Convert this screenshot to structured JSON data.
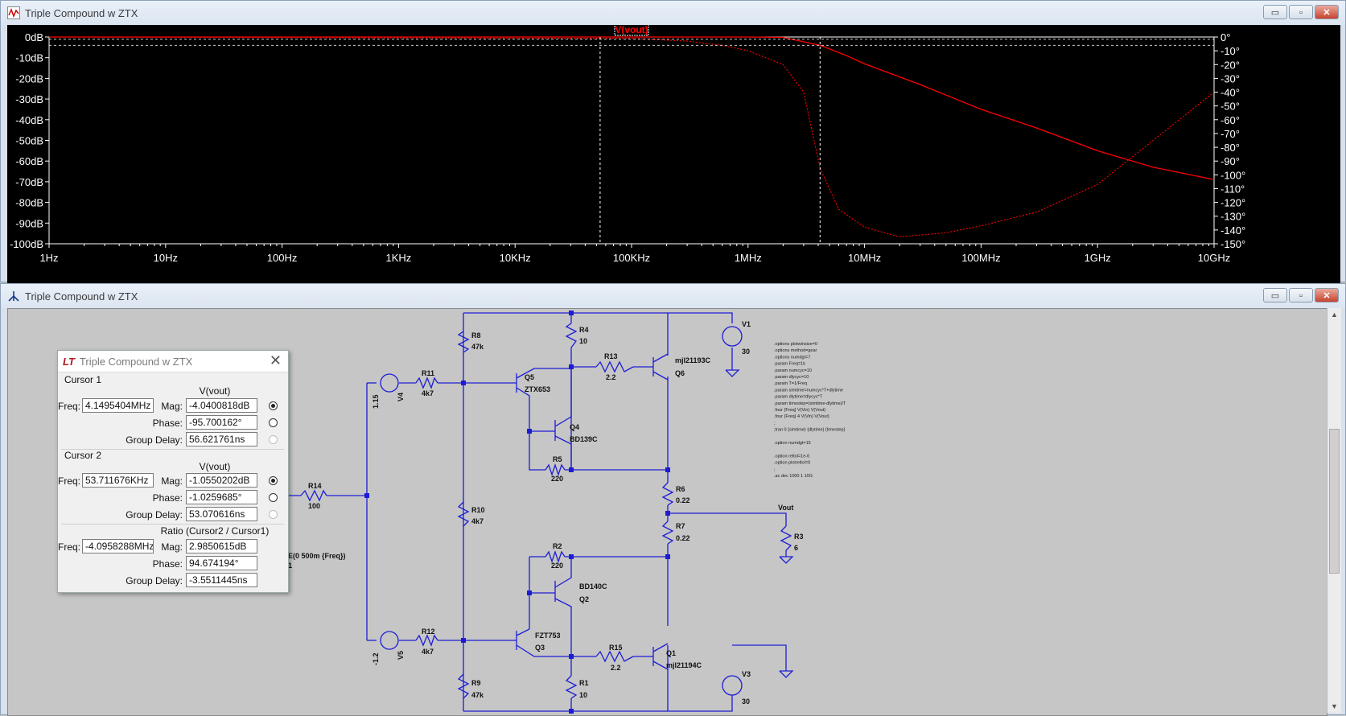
{
  "waveform_window": {
    "title": "Triple Compound w ZTX",
    "trace_label": "V(vout)",
    "buttons": {
      "minimize": "▭",
      "restore": "▫",
      "close": "✕"
    },
    "db_ticks": [
      "0dB",
      "-10dB",
      "-20dB",
      "-30dB",
      "-40dB",
      "-50dB",
      "-60dB",
      "-70dB",
      "-80dB",
      "-90dB",
      "-100dB"
    ],
    "phase_ticks": [
      "0°",
      "-10°",
      "-20°",
      "-30°",
      "-40°",
      "-50°",
      "-60°",
      "-70°",
      "-80°",
      "-90°",
      "-100°",
      "-110°",
      "-120°",
      "-130°",
      "-140°",
      "-150°"
    ],
    "freq_ticks": [
      "1Hz",
      "10Hz",
      "100Hz",
      "1KHz",
      "10KHz",
      "100KHz",
      "1MHz",
      "10MHz",
      "100MHz",
      "1GHz",
      "10GHz"
    ],
    "colors": {
      "background": "#000000",
      "trace": "#ff0000",
      "axis": "#ffffff",
      "cursor": "#ffffff"
    }
  },
  "chart_data": {
    "type": "line",
    "title": "",
    "xlabel": "",
    "ylabel": "",
    "x_scale": "log",
    "xlim": [
      "1Hz",
      "10GHz"
    ],
    "ylim_left": [
      -100,
      0
    ],
    "ylim_right": [
      -150,
      0
    ],
    "grid": false,
    "series": [
      {
        "name": "V(vout)",
        "axis": "magnitude_dB",
        "x": [
          "1Hz",
          "100KHz",
          "1MHz",
          "2MHz",
          "4.15MHz",
          "7MHz",
          "10MHz",
          "30MHz",
          "100MHz",
          "300MHz",
          "1GHz",
          "3GHz",
          "10GHz"
        ],
        "values": [
          0,
          0,
          0,
          -0.2,
          -4,
          -9,
          -13,
          -23,
          -35,
          -44,
          -55,
          -63,
          -69
        ]
      },
      {
        "name": "V(vout) phase",
        "axis": "phase_deg",
        "x": [
          "1Hz",
          "100KHz",
          "300KHz",
          "600KHz",
          "1MHz",
          "2MHz",
          "3MHz",
          "4.15MHz",
          "6MHz",
          "10MHz",
          "20MHz",
          "50MHz",
          "100MHz",
          "300MHz",
          "1GHz",
          "3GHz",
          "10GHz"
        ],
        "values": [
          0,
          -1,
          -3,
          -6,
          -10,
          -20,
          -40,
          -95,
          -125,
          -138,
          -145,
          -142,
          -137,
          -127,
          -107,
          -75,
          -40
        ]
      }
    ],
    "cursors": [
      {
        "name": "Cursor 1",
        "freq": "4.1495404MHz",
        "mag": "-4.0400818dB"
      },
      {
        "name": "Cursor 2",
        "freq": "53.711676KHz",
        "mag": "-1.0550202dB"
      }
    ]
  },
  "schematic_window": {
    "title": "Triple Compound w ZTX",
    "buttons": {
      "minimize": "▭",
      "restore": "▫",
      "close": "✕"
    },
    "labels": {
      "R8": "R8",
      "R8v": "47k",
      "R4": "R4",
      "R4v": "10",
      "R13": "R13",
      "R13v": "2.2",
      "Q6": "Q6",
      "Q6m": "mjl21193C",
      "V1": "V1",
      "V1v": "30",
      "Q5": "Q5",
      "Q5m": "ZTX653",
      "Q4": "Q4",
      "Q4m": "BD139C",
      "R5": "R5",
      "R5v": "220",
      "R11": "R11",
      "R11v": "4k7",
      "V4": "V4",
      "V4v": "1.15",
      "R14": "R14",
      "R14v": "100",
      "R10": "R10",
      "R10v": "4k7",
      "R6": "R6",
      "R6v": "0.22",
      "Vout": "Vout",
      "R7": "R7",
      "R7v": "0.22",
      "R3": "R3",
      "R3v": "6",
      "R2": "R2",
      "R2v": "220",
      "Q2": "Q2",
      "Q2m": "BD140C",
      "Q3": "Q3",
      "Q3m": "FZT753",
      "R12": "R12",
      "R12v": "4k7",
      "V5": "V5",
      "V5v": "-1.2",
      "R15": "R15",
      "R15v": "2.2",
      "Q1": "Q1",
      "Q1m": "mjl21194C",
      "V3": "V3",
      "V3v": "30",
      "R9": "R9",
      "R9v": "47k",
      "R1": "R1",
      "R1v": "10",
      "src_partial1": "E(0 500m {Freq})",
      "src_partial2": "1"
    },
    "spice_directives": [
      ".options plotwinsize=0",
      ".options method=gear",
      ".options numdgt=7",
      ".param Freq=1k",
      ".param numcyc=10",
      ".param dlycyc=10",
      ".param T=1/Freq",
      ".param simtime=numcyc*T+dlytime",
      ".param dlytime=dlycyc*T",
      ".param timestep=(simtime-dlytime)/T",
      ".four {Freq} V(Vin) V(Vout)",
      ".four {Freq} 4 V(Vin) V(Vout)",
      ";",
      ";tran 0 {simtime} {dlytime} {timestep}",
      "",
      ".option numdgt=15",
      "",
      ".option reltol=1e-6",
      ".option plotreltol=0",
      ";",
      ".ac dec 1000 1 10G"
    ]
  },
  "cursor_dialog": {
    "title": "Triple Compound w ZTX",
    "cursor1": {
      "header": "Cursor 1",
      "trace": "V(vout)",
      "freq_label": "Freq:",
      "freq": "4.1495404MHz",
      "mag_label": "Mag:",
      "mag": "-4.0400818dB",
      "phase_label": "Phase:",
      "phase": "-95.700162°",
      "gd_label": "Group Delay:",
      "gd": "56.621761ns"
    },
    "cursor2": {
      "header": "Cursor 2",
      "trace": "V(vout)",
      "freq_label": "Freq:",
      "freq": "53.711676KHz",
      "mag_label": "Mag:",
      "mag": "-1.0550202dB",
      "phase_label": "Phase:",
      "phase": "-1.0259685°",
      "gd_label": "Group Delay:",
      "gd": "53.070616ns"
    },
    "ratio": {
      "header": "Ratio (Cursor2 / Cursor1)",
      "freq_label": "Freq:",
      "freq": "-4.0958288MHz",
      "mag_label": "Mag:",
      "mag": "2.9850615dB",
      "phase_label": "Phase:",
      "phase": "94.674194°",
      "gd_label": "Group Delay:",
      "gd": "-3.5511445ns"
    }
  }
}
